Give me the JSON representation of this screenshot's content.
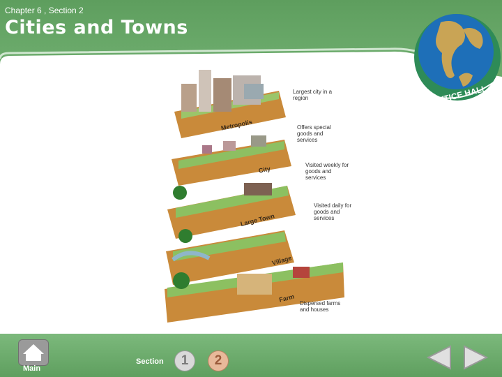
{
  "header": {
    "chapter": "Chapter 6 , Section 2",
    "title": "Cities and Towns"
  },
  "logo": {
    "text": "PRENTICE HALL",
    "icon": "globe-icon"
  },
  "illustration": {
    "layers": [
      {
        "name": "Metropolis",
        "label": "Largest city in a region"
      },
      {
        "name": "City",
        "label": "Offers special goods and services"
      },
      {
        "name": "Large Town",
        "label": "Visited weekly for goods and services"
      },
      {
        "name": "Village",
        "label": "Visited daily for goods and services"
      },
      {
        "name": "Farm",
        "label": "Dispersed farms and houses"
      }
    ]
  },
  "footer": {
    "main_label": "Main",
    "section_label": "Section",
    "section_1": "1",
    "section_2": "2",
    "prev_icon": "triangle-left-icon",
    "next_icon": "triangle-right-icon"
  },
  "colors": {
    "accent_green": "#6aaa6a",
    "panel": "#ffffff"
  }
}
